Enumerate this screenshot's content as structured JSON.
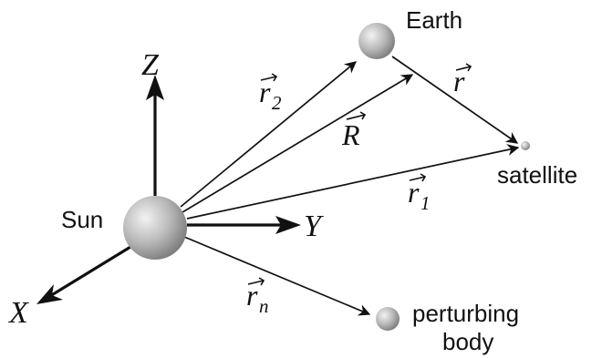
{
  "bodies": {
    "sun": "Sun",
    "earth": "Earth",
    "satellite": "satellite",
    "perturbing_line1": "perturbing",
    "perturbing_line2": "body"
  },
  "axes": {
    "x": "X",
    "y": "Y",
    "z": "Z"
  },
  "vectors": {
    "r2": {
      "symbol": "r",
      "subscript": "2"
    },
    "R": {
      "symbol": "R",
      "subscript": ""
    },
    "r": {
      "symbol": "r",
      "subscript": ""
    },
    "r1": {
      "symbol": "r",
      "subscript": "1"
    },
    "rn": {
      "symbol": "r",
      "subscript": "n"
    }
  },
  "colors": {
    "ink": "#111111",
    "sphere_light": "#e6e6e6",
    "sphere_dark": "#8a8a8a"
  }
}
